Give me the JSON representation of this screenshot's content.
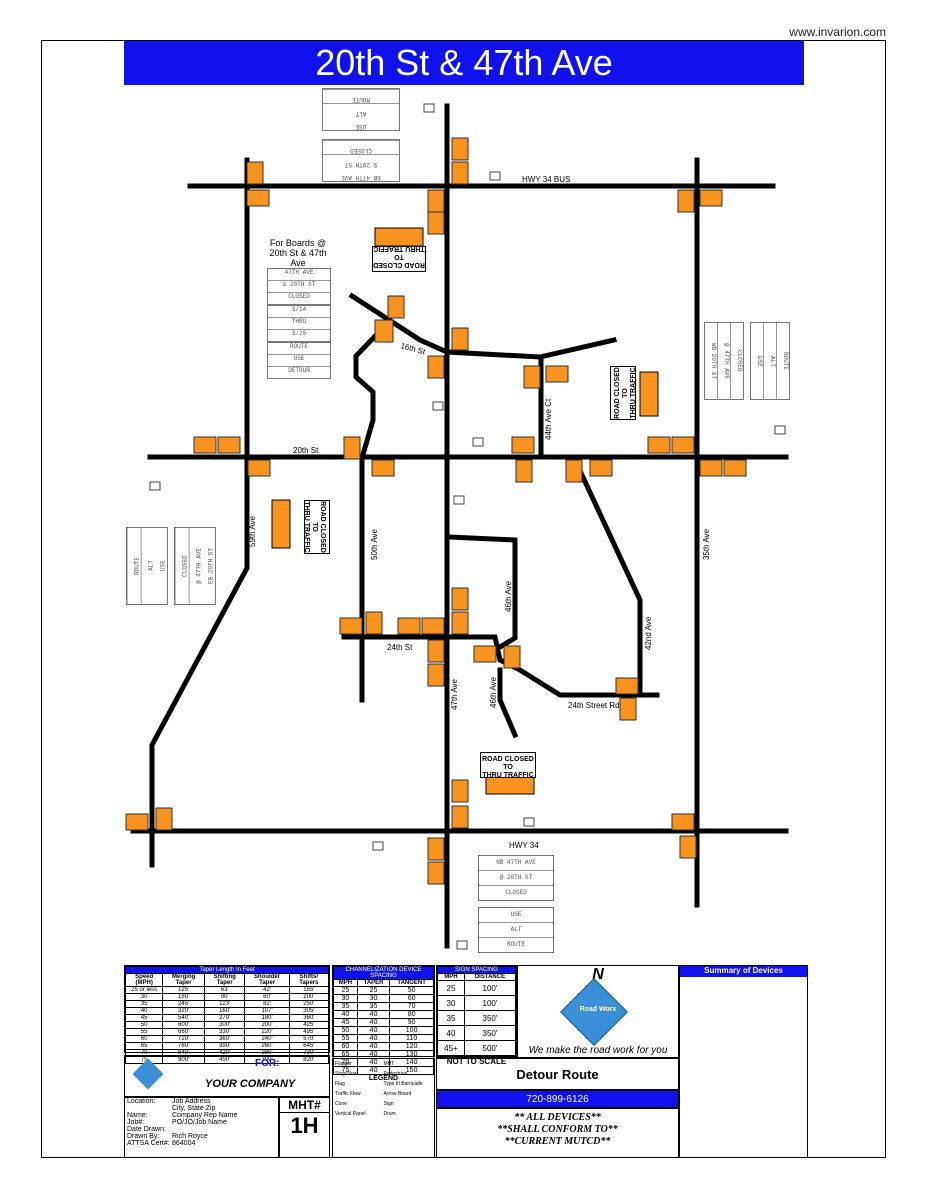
{
  "website": "www.invarion.com",
  "title": "20th St & 47th Ave",
  "streets": {
    "hwy34bus": "HWY 34 BUS",
    "hwy34": "HWY 34",
    "st20": "20th St",
    "st16": "16th St",
    "st24": "24th St",
    "st24rd": "24th Street Rd",
    "ave59": "59th Ave",
    "ave50": "50th Ave",
    "ave47": "47th Ave",
    "ave46a": "46th Ave",
    "ave46b": "46th Ave",
    "ave44": "44th Ave Ct",
    "ave42": "42nd Ave",
    "ave35": "35th Ave"
  },
  "boards_note": "For Boards @ 20th St & 47th Ave",
  "board_panel_left": {
    "screen1": [
      "47TH AVE",
      "& 20TH ST",
      "CLOSED"
    ],
    "screen2": [
      "3/14",
      "THRU",
      "3/20"
    ],
    "screen3": [
      "ROUTE",
      "USE",
      "DETOUR"
    ]
  },
  "vms_top": {
    "a": [
      "ROUTE",
      "ALT",
      "USE"
    ],
    "b": [
      "CLOSED",
      "S 20TH ST",
      "SB 47TH AVE"
    ]
  },
  "vms_right": {
    "a": [
      "WB 20TH ST",
      "@ 47TH AVE",
      "CLOSED"
    ],
    "b": [
      "USE",
      "ALT",
      "ROUTE"
    ]
  },
  "vms_left": {
    "a": [
      "ROUTE",
      "ALT",
      "USE"
    ],
    "b": [
      "CLOSED",
      "@ 47TH AVE",
      "EB 20TH ST"
    ]
  },
  "vms_bottom": {
    "a": [
      "NB 47TH AVE",
      "@ 20TH ST",
      "CLOSED"
    ],
    "b": [
      "USE",
      "ALT",
      "ROUTE"
    ]
  },
  "sign_text": {
    "detour": "DETOUR",
    "road_closed": [
      "ROAD CLOSED",
      "TO",
      "THRU TRAFFIC"
    ]
  },
  "taper_table": {
    "title": "Taper Length In Feet",
    "headers": [
      "Speed (MPH)",
      "Merging Taper",
      "Shifting Taper",
      "Shoulder Taper",
      "Shifts/ Tapers"
    ],
    "rows": [
      [
        "25 or less",
        "125'",
        "63'",
        "42'",
        "155'"
      ],
      [
        "30",
        "180'",
        "90'",
        "60'",
        "200'"
      ],
      [
        "35",
        "245'",
        "123'",
        "82'",
        "250'"
      ],
      [
        "40",
        "320'",
        "160'",
        "107'",
        "305'"
      ],
      [
        "45",
        "540'",
        "270'",
        "180'",
        "360'"
      ],
      [
        "50",
        "600'",
        "300'",
        "200'",
        "425'"
      ],
      [
        "55",
        "660'",
        "330'",
        "220'",
        "495'"
      ],
      [
        "60",
        "720'",
        "360'",
        "240'",
        "570'"
      ],
      [
        "65",
        "780'",
        "390'",
        "260'",
        "645'"
      ],
      [
        "70",
        "840'",
        "420'",
        "280'",
        "730'"
      ],
      [
        "75",
        "900'",
        "450'",
        "300'",
        "820'"
      ]
    ]
  },
  "channel_table": {
    "title": "CHANNELIZATION DEVICE SPACING",
    "headers": [
      "MPH",
      "TAPER",
      "TANGENT"
    ],
    "rows": [
      [
        "25",
        "25",
        "50"
      ],
      [
        "30",
        "30",
        "60"
      ],
      [
        "35",
        "35",
        "70"
      ],
      [
        "40",
        "40",
        "80"
      ],
      [
        "45",
        "40",
        "90"
      ],
      [
        "50",
        "40",
        "100"
      ],
      [
        "55",
        "40",
        "110"
      ],
      [
        "60",
        "40",
        "120"
      ],
      [
        "65",
        "40",
        "130"
      ],
      [
        "70",
        "40",
        "140"
      ],
      [
        "75",
        "40",
        "150"
      ]
    ]
  },
  "sign_spacing": {
    "title": "SIGN SPACING",
    "headers": [
      "MPH",
      "DISTANCE"
    ],
    "rows": [
      [
        "25",
        "100'"
      ],
      [
        "30",
        "100'"
      ],
      [
        "35",
        "350'"
      ],
      [
        "40",
        "350'"
      ],
      [
        "45+",
        "500'"
      ]
    ]
  },
  "not_to_scale": "NOT TO SCALE",
  "north": "N",
  "logo_text": "Road Worx",
  "tagline": "We make the road work for you",
  "detour_route": "Detour Route",
  "phone": "720-899-6126",
  "conform": [
    "** ALL DEVICES**",
    "**SHALL CONFORM TO**",
    "**CURRENT MUTCD**"
  ],
  "summary_title": "Summary of Devices",
  "legend_title": "LEGEND",
  "for_label": "FOR:",
  "company": "YOUR COMPANY",
  "mht_label": "MHT#",
  "mht_value": "1H",
  "info": [
    [
      "Location:",
      "Job Address"
    ],
    [
      "",
      "City, State Zip"
    ],
    [
      "Name:",
      "Company Rep Name"
    ],
    [
      "Job#:",
      "PO/JO/Job Name"
    ],
    [
      "Date Drawn:",
      ""
    ],
    [
      "Drawn By:",
      "Rich Royce"
    ],
    [
      "ATTSA Cert#:",
      "864004"
    ]
  ],
  "legend_items": [
    "Flagger",
    "MHT",
    "Stop/Slow",
    "Pedestrian",
    "Flag",
    "Type III Barricade",
    "Traffic Flow",
    "Arrow Board",
    "Cone",
    "Sign",
    "Vertical Panel",
    "Drum"
  ]
}
